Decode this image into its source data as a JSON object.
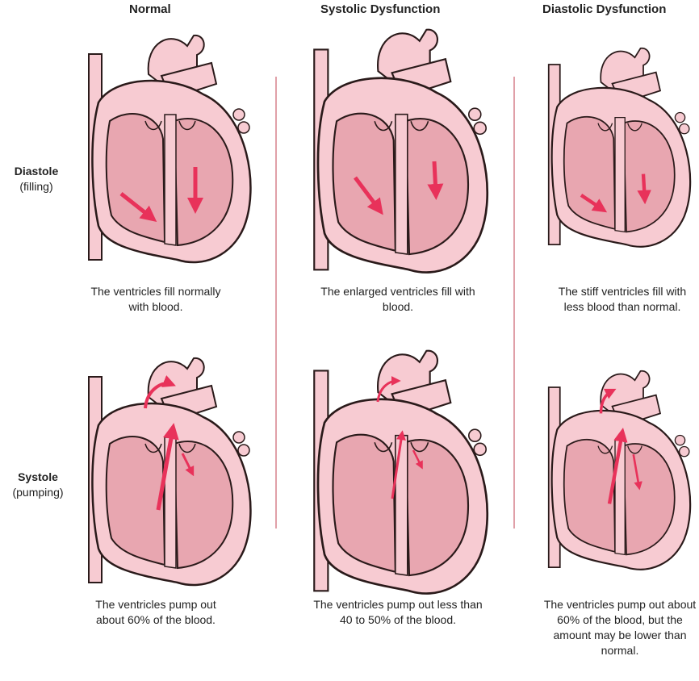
{
  "columns": {
    "normal": "Normal",
    "systolic": "Systolic Dysfunction",
    "diastolic": "Diastolic Dysfunction"
  },
  "rows": {
    "diastole": {
      "label": "Diastole",
      "sub": "(filling)"
    },
    "systole": {
      "label": "Systole",
      "sub": "(pumping)"
    }
  },
  "captions": {
    "normal_diastole": "The ventricles fill normally with blood.",
    "systolic_diastole": "The enlarged ventricles fill with blood.",
    "diastolic_diastole": "The stiff ventricles fill with less blood than normal.",
    "normal_systole": "The ventricles pump out about 60% of the blood.",
    "systolic_systole": "The ventricles pump out less than 40 to 50% of the blood.",
    "diastolic_systole": "The ventricles pump out about 60% of the blood, but the amount may be lower than normal."
  },
  "colors": {
    "heart_outer": "#f7cbd2",
    "heart_inner": "#e8a6b0",
    "outline": "#2a1a1a",
    "arrow": "#e8325a",
    "divider": "#e0a0a8"
  }
}
